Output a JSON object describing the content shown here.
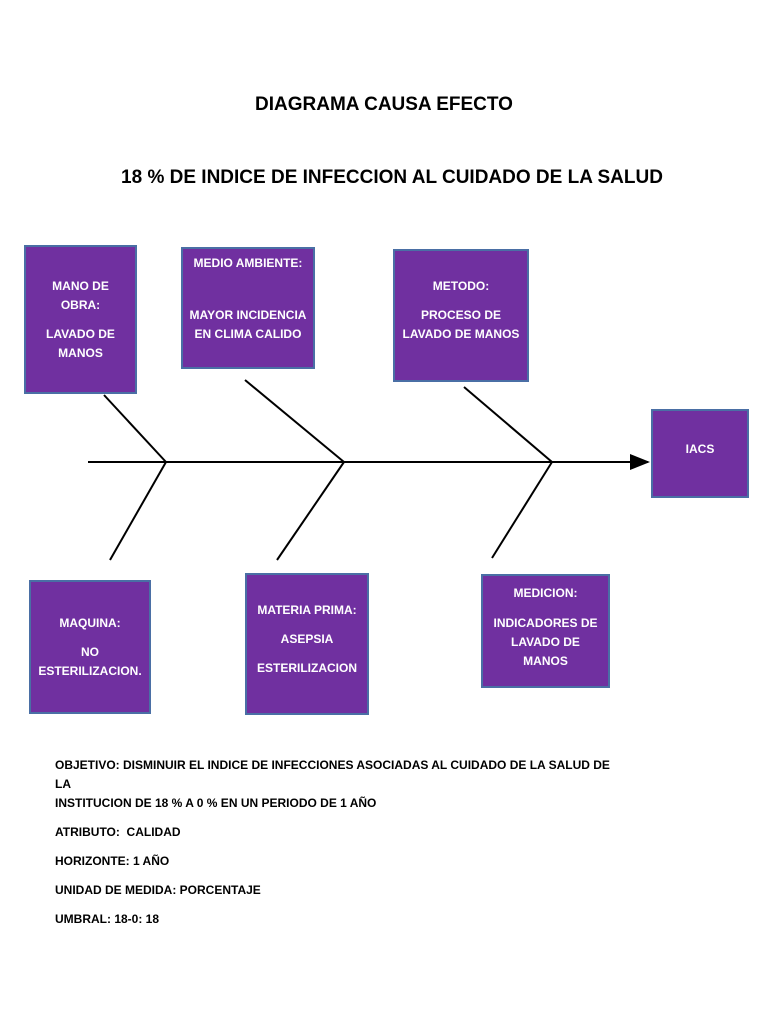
{
  "title": "DIAGRAMA CAUSA EFECTO",
  "subtitle": "18 % DE INDICE DE INFECCION AL CUIDADO DE LA SALUD",
  "effect": "IACS",
  "causes": {
    "mano_de_obra": {
      "head_line1": "MANO DE",
      "head_line2": "OBRA:",
      "detail_line1": "LAVADO DE",
      "detail_line2": "MANOS"
    },
    "medio_ambiente": {
      "head": "MEDIO AMBIENTE:",
      "detail_line1": "MAYOR INCIDENCIA",
      "detail_line2": "EN CLIMA CALIDO"
    },
    "metodo": {
      "head": "METODO:",
      "detail_line1": "PROCESO DE",
      "detail_line2": "LAVADO DE MANOS"
    },
    "maquina": {
      "head": "MAQUINA:",
      "detail_line1": "NO",
      "detail_line2": "ESTERILIZACION."
    },
    "materia_prima": {
      "head": "MATERIA PRIMA:",
      "detail_line1": "ASEPSIA",
      "detail_line2": "ESTERILIZACION"
    },
    "medicion": {
      "head": "MEDICION:",
      "detail_line1": "INDICADORES DE",
      "detail_line2": "LAVADO DE",
      "detail_line3": "MANOS"
    }
  },
  "notes": {
    "objetivo_line1": "OBJETIVO: DISMINUIR EL INDICE DE INFECCIONES ASOCIADAS AL CUIDADO DE LA SALUD DE LA",
    "objetivo_line2": "INSTITUCION DE 18 % A 0 % EN UN PERIODO DE 1 AÑO",
    "atributo": "ATRIBUTO:  CALIDAD",
    "horizonte": "HORIZONTE: 1 AÑO",
    "unidad": "UNIDAD DE MEDIDA: PORCENTAJE",
    "umbral": "UMBRAL: 18-0: 18"
  },
  "colors": {
    "box_fill": "#7030a0",
    "box_border": "#4a6fa5",
    "line": "#000000"
  }
}
